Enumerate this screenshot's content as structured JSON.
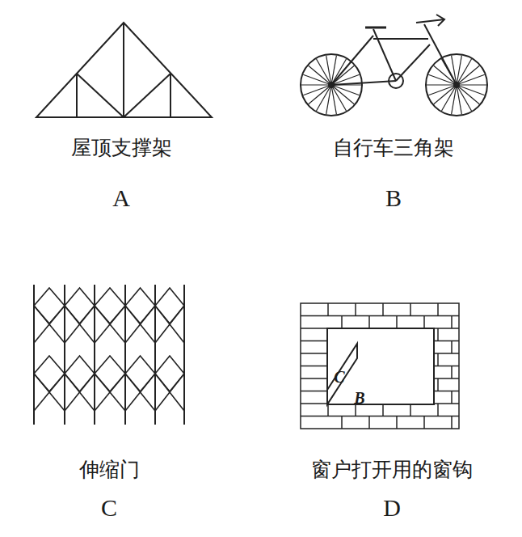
{
  "diagram": {
    "labels": [
      "屋顶支撑架",
      "自行车三角架",
      "A",
      "B",
      "伸缩门",
      "窗户打开用的窗钩",
      "C",
      "D",
      "C",
      "B"
    ]
  }
}
